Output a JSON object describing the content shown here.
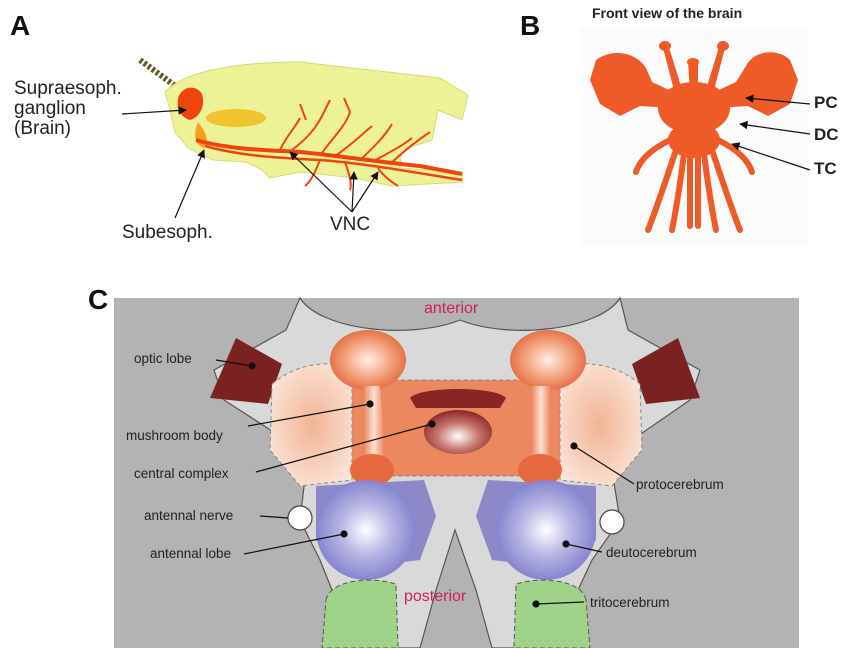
{
  "panels": {
    "a": {
      "letter": "A",
      "labels": {
        "supra_line1": "Supraesoph.",
        "supra_line2": "ganglion",
        "supra_line3": "(Brain)",
        "subesoph": "Subesoph.",
        "vnc": "VNC"
      }
    },
    "b": {
      "letter": "B",
      "title": "Front view of the brain",
      "labels": {
        "pc": "PC",
        "dc": "DC",
        "tc": "TC"
      }
    },
    "c": {
      "letter": "C",
      "labels": {
        "anterior": "anterior",
        "posterior": "posterior",
        "optic_lobe": "optic lobe",
        "mushroom_body": "mushroom body",
        "central_complex": "central complex",
        "antennal_nerve": "antennal nerve",
        "antennal_lobe": "antennal lobe",
        "protocerebrum": "protocerebrum",
        "deutocerebrum": "deutocerebrum",
        "tritocerebrum": "tritocerebrum"
      }
    }
  },
  "colors": {
    "nerve_orange": "#ee4410",
    "insect_yellow": "#eef296",
    "diagram_grey": "#b3b3b3",
    "orientation_label": "#cc2255"
  }
}
